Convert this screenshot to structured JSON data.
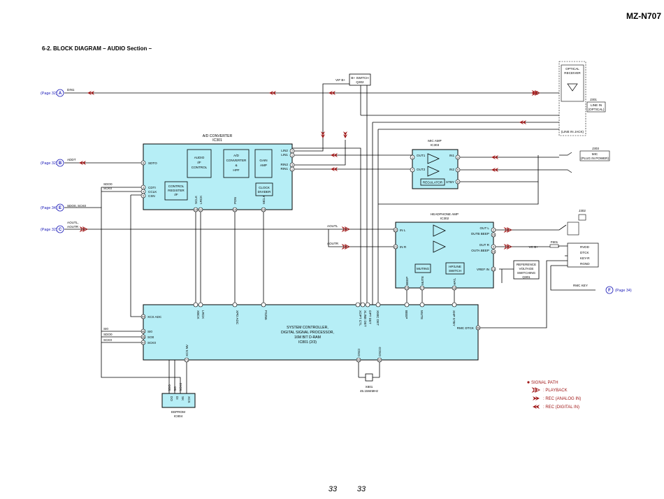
{
  "header": {
    "model": "MZ-N707",
    "section_title": "6-2.   BLOCK  DIAGRAM  – AUDIO Section –"
  },
  "page_numbers": [
    "33",
    "33"
  ],
  "blocks": {
    "ad_converter": {
      "title1": "A/D CONVERTER",
      "title2": "IC301",
      "sub_audio": [
        "AUDIO",
        "I/F",
        "CONTROL"
      ],
      "sub_adc": [
        "A/D",
        "CONVERTER",
        "&",
        "HPF"
      ],
      "sub_gain": [
        "GAIN",
        "AMP"
      ],
      "sub_control": [
        "CONTROL",
        "REGISTER",
        "I/F"
      ],
      "sub_clock": [
        "CLOCK",
        "DIVIDER"
      ],
      "pins_left": [
        "SDTO",
        "CDTI",
        "CCLK",
        "CSN"
      ],
      "pins_right": [
        "LIN2",
        "LIN1",
        "RIN2",
        "RIN1"
      ],
      "pins_bottom": [
        "SCLK",
        "LRCK",
        "PDN",
        "MCLK"
      ],
      "pin_nums": {
        "sdto": "8",
        "cdti": "3",
        "cclk": "4",
        "csn": "5",
        "lin2": "2",
        "lin1": "1",
        "rin2": "3",
        "rin1": "1",
        "sclk": "10",
        "lrck": "11",
        "pdn": "16",
        "mclk": "15"
      }
    },
    "mic_amp": {
      "title1": "MIC AMP",
      "title2": "IC303",
      "out1": "OUT1",
      "out2": "OUT2",
      "in1": "IN1",
      "in2": "IN2",
      "stby": "STBY",
      "regulator": "REGULATOR",
      "pin_nums": {
        "out1": "1",
        "out2": "7",
        "in1": "3",
        "in2": "5",
        "stby": "8"
      }
    },
    "headphone_amp": {
      "title1": "HEADPHONE AMP",
      "title2": "IC302",
      "inl": "IN L",
      "inr": "IN R",
      "outl": "OUT L",
      "outbbeep": "OUTB BEEP",
      "outr": "OUT R",
      "outabeep": "OUTA BEEP",
      "vrefin": "VREF IN",
      "beep": "BEEP",
      "mute": "MUTE",
      "hpl": "HP/L",
      "muting": "MUTING",
      "hpline": [
        "HP/LINE",
        "SWITCH"
      ],
      "pin_nums": {
        "inl": "22",
        "inr": "21",
        "outl": "2",
        "outbbeep": "24",
        "outr": "4",
        "outabeep": "23",
        "vrefin": "13",
        "beep": "15",
        "mute": "17",
        "hpl": "18"
      }
    },
    "system_controller": {
      "lines": [
        "SYSTEM CONTROLLER,",
        "DIGITAL SIGNAL PROCESSOR,",
        "16M BIT D-RAM",
        "IC801 (2/3)"
      ],
      "xcsadc": "XCS ADC",
      "si": "SI0",
      "so": "SO0",
      "sck": "SCK0",
      "xcsnv": "XCS NV",
      "rmc": "RMC DTCK",
      "top_pins": [
        "XBCK",
        "LRCK",
        "XPD ADC",
        "FS256",
        "XOPT CTL",
        "XLINE DET",
        "OPT DET",
        "XMIC DET",
        "BEEP",
        "MUTE",
        "XHP STBY"
      ],
      "osci": "OSCI",
      "osco": "OSCO",
      "pin_nums": {
        "xcsadc": "54",
        "si": "46",
        "so": "48",
        "sck": "47",
        "xcsnv": "71",
        "rmc": "56",
        "osci": "93",
        "osco": "92"
      }
    },
    "eeprom": {
      "title1": "EEPROM",
      "title2": "IC804",
      "top": [
        "XCS",
        "SK",
        "DI",
        "DO"
      ],
      "labels": [
        "SDO",
        "SI0",
        "SCK0"
      ]
    },
    "b_switch": {
      "title1": "B+ SWITCH",
      "title2": "Q302",
      "vif": "VIF B+"
    },
    "ref_voltage": [
      "REFERENCE",
      "VOLTAGE",
      "SWITCHING",
      "Q301"
    ],
    "crystal": {
      "name": "X801",
      "freq": "45.1584MHz"
    }
  },
  "connectors": {
    "j301": {
      "name": "J301",
      "opt": [
        "OPTICAL",
        "RECEIVER"
      ],
      "line": [
        "LINE IN",
        "(OPTICAL)"
      ],
      "jack": "(LINE IN JACK)"
    },
    "j303": {
      "name": "J303",
      "label": [
        "MIC",
        "(PLUG IN POWER)"
      ]
    },
    "j302": {
      "name": "J302",
      "rvdd": "RVDD",
      "dtck": "DTCK",
      "keyr": "KEY-R",
      "rgnd": "RGND",
      "fuse": "F801",
      "vc": "VC B+"
    }
  },
  "refs": {
    "a": {
      "page": "(Page 32)",
      "letter": "A",
      "sig": "DIN1"
    },
    "b": {
      "page": "(Page 32)",
      "letter": "B",
      "sig": "ADDT"
    },
    "e": {
      "page": "(Page 34)",
      "letter": "E",
      "sig": "SDO0, SCK0"
    },
    "c": {
      "page": "(Page 32)",
      "letter": "C",
      "sig1": "AOUTL,",
      "sig2": "AOUTR"
    },
    "f": {
      "page": "(Page 34)",
      "letter": "F",
      "sig": "RMC KEY"
    }
  },
  "nets": {
    "sdo0": "SDO0",
    "sck0": "SCK0",
    "aoutl": "AOUTL",
    "aoutr": "AOUTR",
    "si0": "SI0",
    "sdo0b": "SDO0",
    "sck0b": "SCK0"
  },
  "legend": {
    "title": "SIGNAL PATH",
    "playback": ": PLAYBACK",
    "rec_analog": ": REC (ANALOG IN)",
    "rec_digital": ": REC (DIGITAL IN)"
  },
  "colors": {
    "block_fill": "#b6eef6",
    "signal": "#a01818",
    "ref": "#1a1ab8"
  }
}
